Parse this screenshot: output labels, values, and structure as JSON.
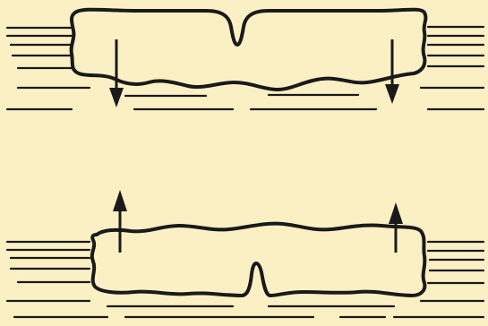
{
  "diagram": {
    "panels": [
      {
        "name": "top-panel",
        "floe_shape": "notch-on-top",
        "arrow_direction": "down",
        "arrow_count": 2
      },
      {
        "name": "bottom-panel",
        "floe_shape": "bump-on-bottom",
        "arrow_direction": "up",
        "arrow_count": 2
      }
    ],
    "colors": {
      "background": "#fbf0c4",
      "ink": "#1a1a1a"
    }
  }
}
